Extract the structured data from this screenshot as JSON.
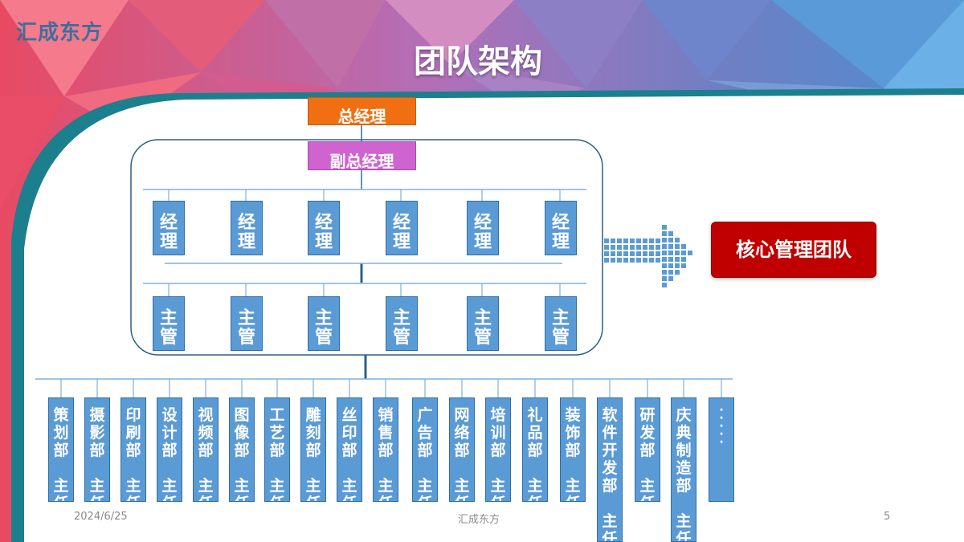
{
  "logo": "汇成东方",
  "title": "团队架构",
  "top": {
    "general_manager": "总经理",
    "vice_general_manager": "副总经理"
  },
  "managers": [
    "经理",
    "经理",
    "经理",
    "经理",
    "经理",
    "经理"
  ],
  "supervisors": [
    "主管",
    "主管",
    "主管",
    "主管",
    "主管",
    "主管"
  ],
  "departments": [
    {
      "name": "策划部",
      "role": "主任"
    },
    {
      "name": "摄影部",
      "role": "主任"
    },
    {
      "name": "印刷部",
      "role": "主任"
    },
    {
      "name": "设计部",
      "role": "主任"
    },
    {
      "name": "视频部",
      "role": "主任"
    },
    {
      "name": "图像部",
      "role": "主任"
    },
    {
      "name": "工艺部",
      "role": "主任"
    },
    {
      "name": "雕刻部",
      "role": "主任"
    },
    {
      "name": "丝印部",
      "role": "主任"
    },
    {
      "name": "销售部",
      "role": "主任"
    },
    {
      "name": "广告部",
      "role": "主任"
    },
    {
      "name": "网络部",
      "role": "主任"
    },
    {
      "name": "培训部",
      "role": "主任"
    },
    {
      "name": "礼品部",
      "role": "主任"
    },
    {
      "name": "装饰部",
      "role": "主任"
    },
    {
      "name": "软件开发部",
      "role": "主任"
    },
    {
      "name": "研发部",
      "role": "主任"
    },
    {
      "name": "庆典制造部",
      "role": "主任"
    },
    {
      "name": "……",
      "role": ""
    }
  ],
  "core_team": "核心管理团队",
  "footer": {
    "date": "2024/6/25",
    "center": "汇成东方",
    "page": "5"
  },
  "colors": {
    "node_blue": "#5b9bd5",
    "gm_orange": "#ef6f12",
    "vgm_purple": "#cf63d0",
    "core_red": "#c00000",
    "teal": "#1c7f8e"
  }
}
